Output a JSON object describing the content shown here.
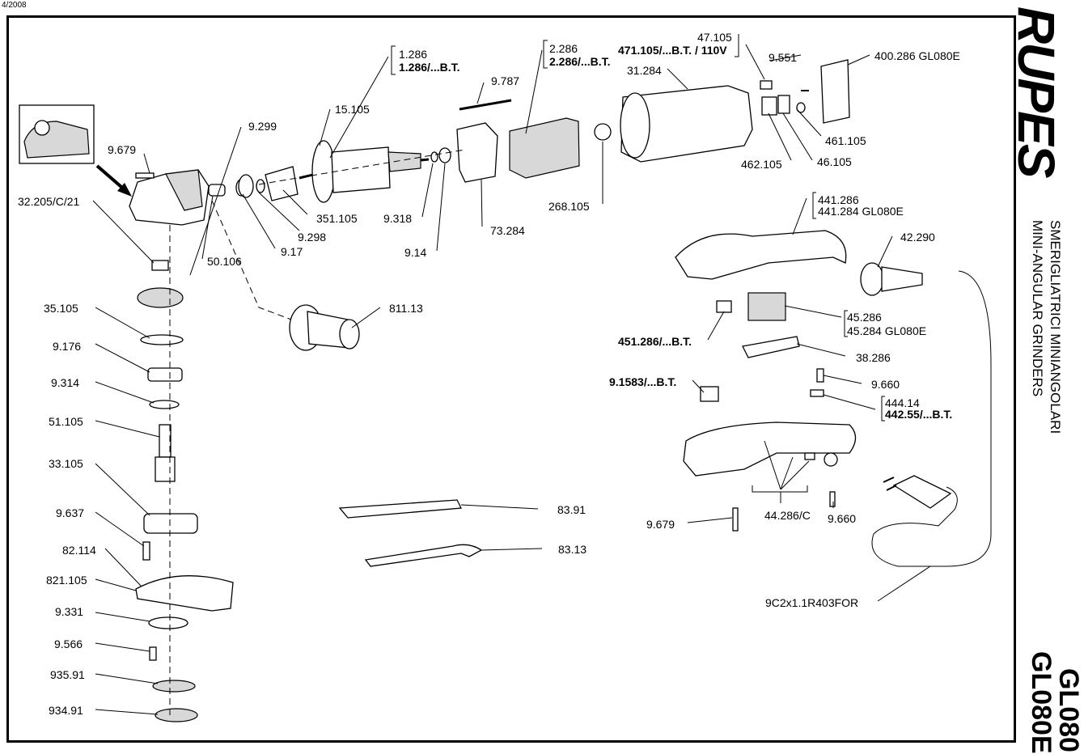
{
  "date": "4/2008",
  "brand": "RUPES",
  "title_it": "SMERIGLIATRICI  MINIANGOLARI",
  "title_en": "MINI-ANGULAR GRINDERS",
  "model_1": "GL080",
  "model_2": "GL080E",
  "parts": {
    "p1286": "1.286",
    "p1286bt": "1.286/...B.T.",
    "p2286": "2.286",
    "p2286bt": "2.286/...B.T.",
    "p47105": "47.105",
    "p471105": "471.105/...B.T. / 110V",
    "p9551": "9.551",
    "p400286": "400.286 GL080E",
    "p9787": "9.787",
    "p31284": "31.284",
    "p15105": "15.105",
    "p9299": "9.299",
    "p9679a": "9.679",
    "p32205": "32.205/C/21",
    "p351105": "351.105",
    "p9298": "9.298",
    "p917": "9.17",
    "p9318": "9.318",
    "p914": "9.14",
    "p73284": "73.284",
    "p268105": "268.105",
    "p461105": "461.105",
    "p462105": "462.105",
    "p46105": "46.105",
    "p441286": "441.286",
    "p441284": "441.284 GL080E",
    "p42290": "42.290",
    "p50106": "50.106",
    "p811": "811.13",
    "p35105": "35.105",
    "p9176": "9.176",
    "p9314": "9.314",
    "p51105": "51.105",
    "p33105": "33.105",
    "p9637": "9.637",
    "p82114": "82.114",
    "p821105": "821.105",
    "p9331": "9.331",
    "p9566": "9.566",
    "p93591": "935.91",
    "p93491": "934.91",
    "p45286": "45.286",
    "p45284": "45.284 GL080E",
    "p451286": "451.286/...B.T.",
    "p38286": "38.286",
    "p91583": "9.1583/...B.T.",
    "p9660a": "9.660",
    "p44414": "444.14",
    "p44255": "442.55/...B.T.",
    "p8391": "83.91",
    "p8313": "83.13",
    "p9679b": "9.679",
    "p44286": "44.286/C",
    "p9660b": "9.660",
    "p9c2": "9C2x1.1R403FOR"
  }
}
